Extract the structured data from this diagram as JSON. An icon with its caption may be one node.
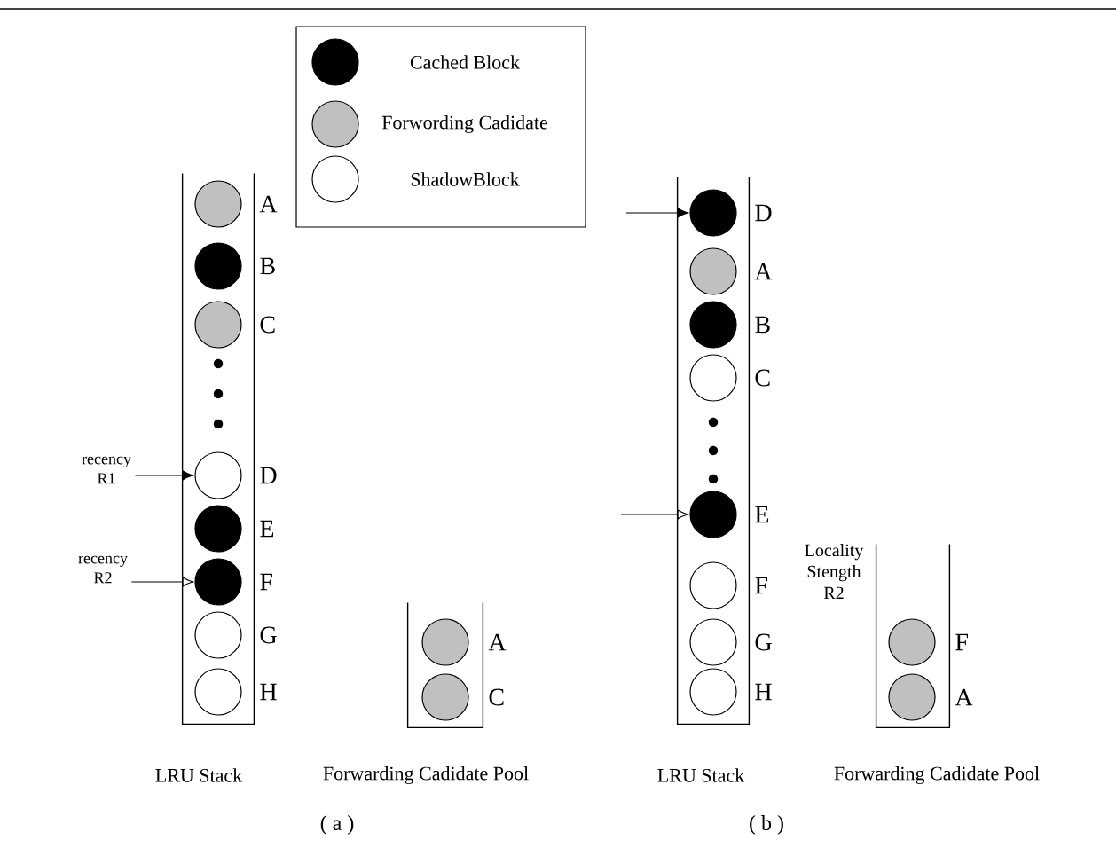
{
  "diagram": {
    "nodes": [
      {
        "text": [
          "recency R1"
        ]
      },
      {
        "text": [
          "recency R2"
        ]
      },
      {
        "text": [],
        "shape": "box",
        "beside": [
          "LRU Stack"
        ]
      },
      {
        "text": [],
        "shape": "circle",
        "in": 2,
        "beside": [
          "A"
        ]
      },
      {
        "text": [],
        "shape": "circle",
        "in": 2,
        "beside": [
          "B"
        ]
      },
      {
        "text": [],
        "shape": "circle",
        "in": 2,
        "beside": [
          "C"
        ]
      },
      {
        "text": [],
        "shape": "circle",
        "in": 2,
        "beside": [
          "D"
        ]
      },
      {
        "text": [],
        "shape": "circle",
        "in": 2,
        "beside": [
          "E"
        ]
      },
      {
        "text": [],
        "shape": "circle",
        "in": 2,
        "beside": [
          "F"
        ]
      },
      {
        "text": [],
        "shape": "circle",
        "in": 2,
        "beside": [
          "G"
        ]
      },
      {
        "text": [],
        "shape": "circle",
        "in": 2,
        "beside": [
          "H"
        ]
      },
      {
        "text": [],
        "shape": "box",
        "beside": [
          "Forwarding Cadidate Pool"
        ]
      },
      {
        "text": [],
        "shape": "circle",
        "in": 11,
        "beside": [
          "A"
        ]
      },
      {
        "text": [],
        "shape": "circle",
        "in": 11,
        "beside": [
          "C"
        ]
      },
      {
        "text": [],
        "shape": "box",
        "beside": [
          "LRU Stack"
        ]
      },
      {
        "text": [],
        "shape": "circle",
        "in": 14,
        "beside": [
          "D"
        ]
      },
      {
        "text": [],
        "shape": "circle",
        "in": 14,
        "beside": [
          "A"
        ]
      },
      {
        "text": [],
        "shape": "circle",
        "in": 14,
        "beside": [
          "B"
        ]
      },
      {
        "text": [],
        "shape": "circle",
        "in": 14,
        "beside": [
          "C"
        ]
      },
      {
        "text": [],
        "shape": "circle",
        "in": 14,
        "beside": [
          "E"
        ]
      },
      {
        "text": [],
        "shape": "circle",
        "in": 14,
        "beside": [
          "F"
        ]
      },
      {
        "text": [],
        "shape": "circle",
        "in": 14,
        "beside": [
          "G"
        ]
      },
      {
        "text": [],
        "shape": "circle",
        "in": 14,
        "beside": [
          "H"
        ]
      },
      {
        "text": [],
        "shape": "box",
        "beside": [
          "Forwarding Cadidate Pool"
        ]
      },
      {
        "text": [],
        "shape": "circle",
        "in": 23,
        "beside": [
          "F"
        ]
      },
      {
        "text": [],
        "shape": "circle",
        "in": 23,
        "beside": [
          "A"
        ]
      }
    ],
    "edges": [
      {
        "from": 0,
        "to": 6,
        "arrow": "to"
      },
      {
        "from": 1,
        "to": 8,
        "arrow": "to"
      },
      {
        "from": null,
        "to": 15,
        "arrow": "to"
      },
      {
        "from": null,
        "to": 19,
        "arrow": "to"
      }
    ],
    "labels": [
      "Locality Stength R2",
      "( a )",
      "( b )"
    ],
    "legend": [
      {
        "text": "Cached Block",
        "color": "#000000"
      },
      {
        "text": "Forwording Cadidate",
        "color": "#c0c0c0"
      },
      {
        "text": "ShadowBlock"
      }
    ]
  }
}
